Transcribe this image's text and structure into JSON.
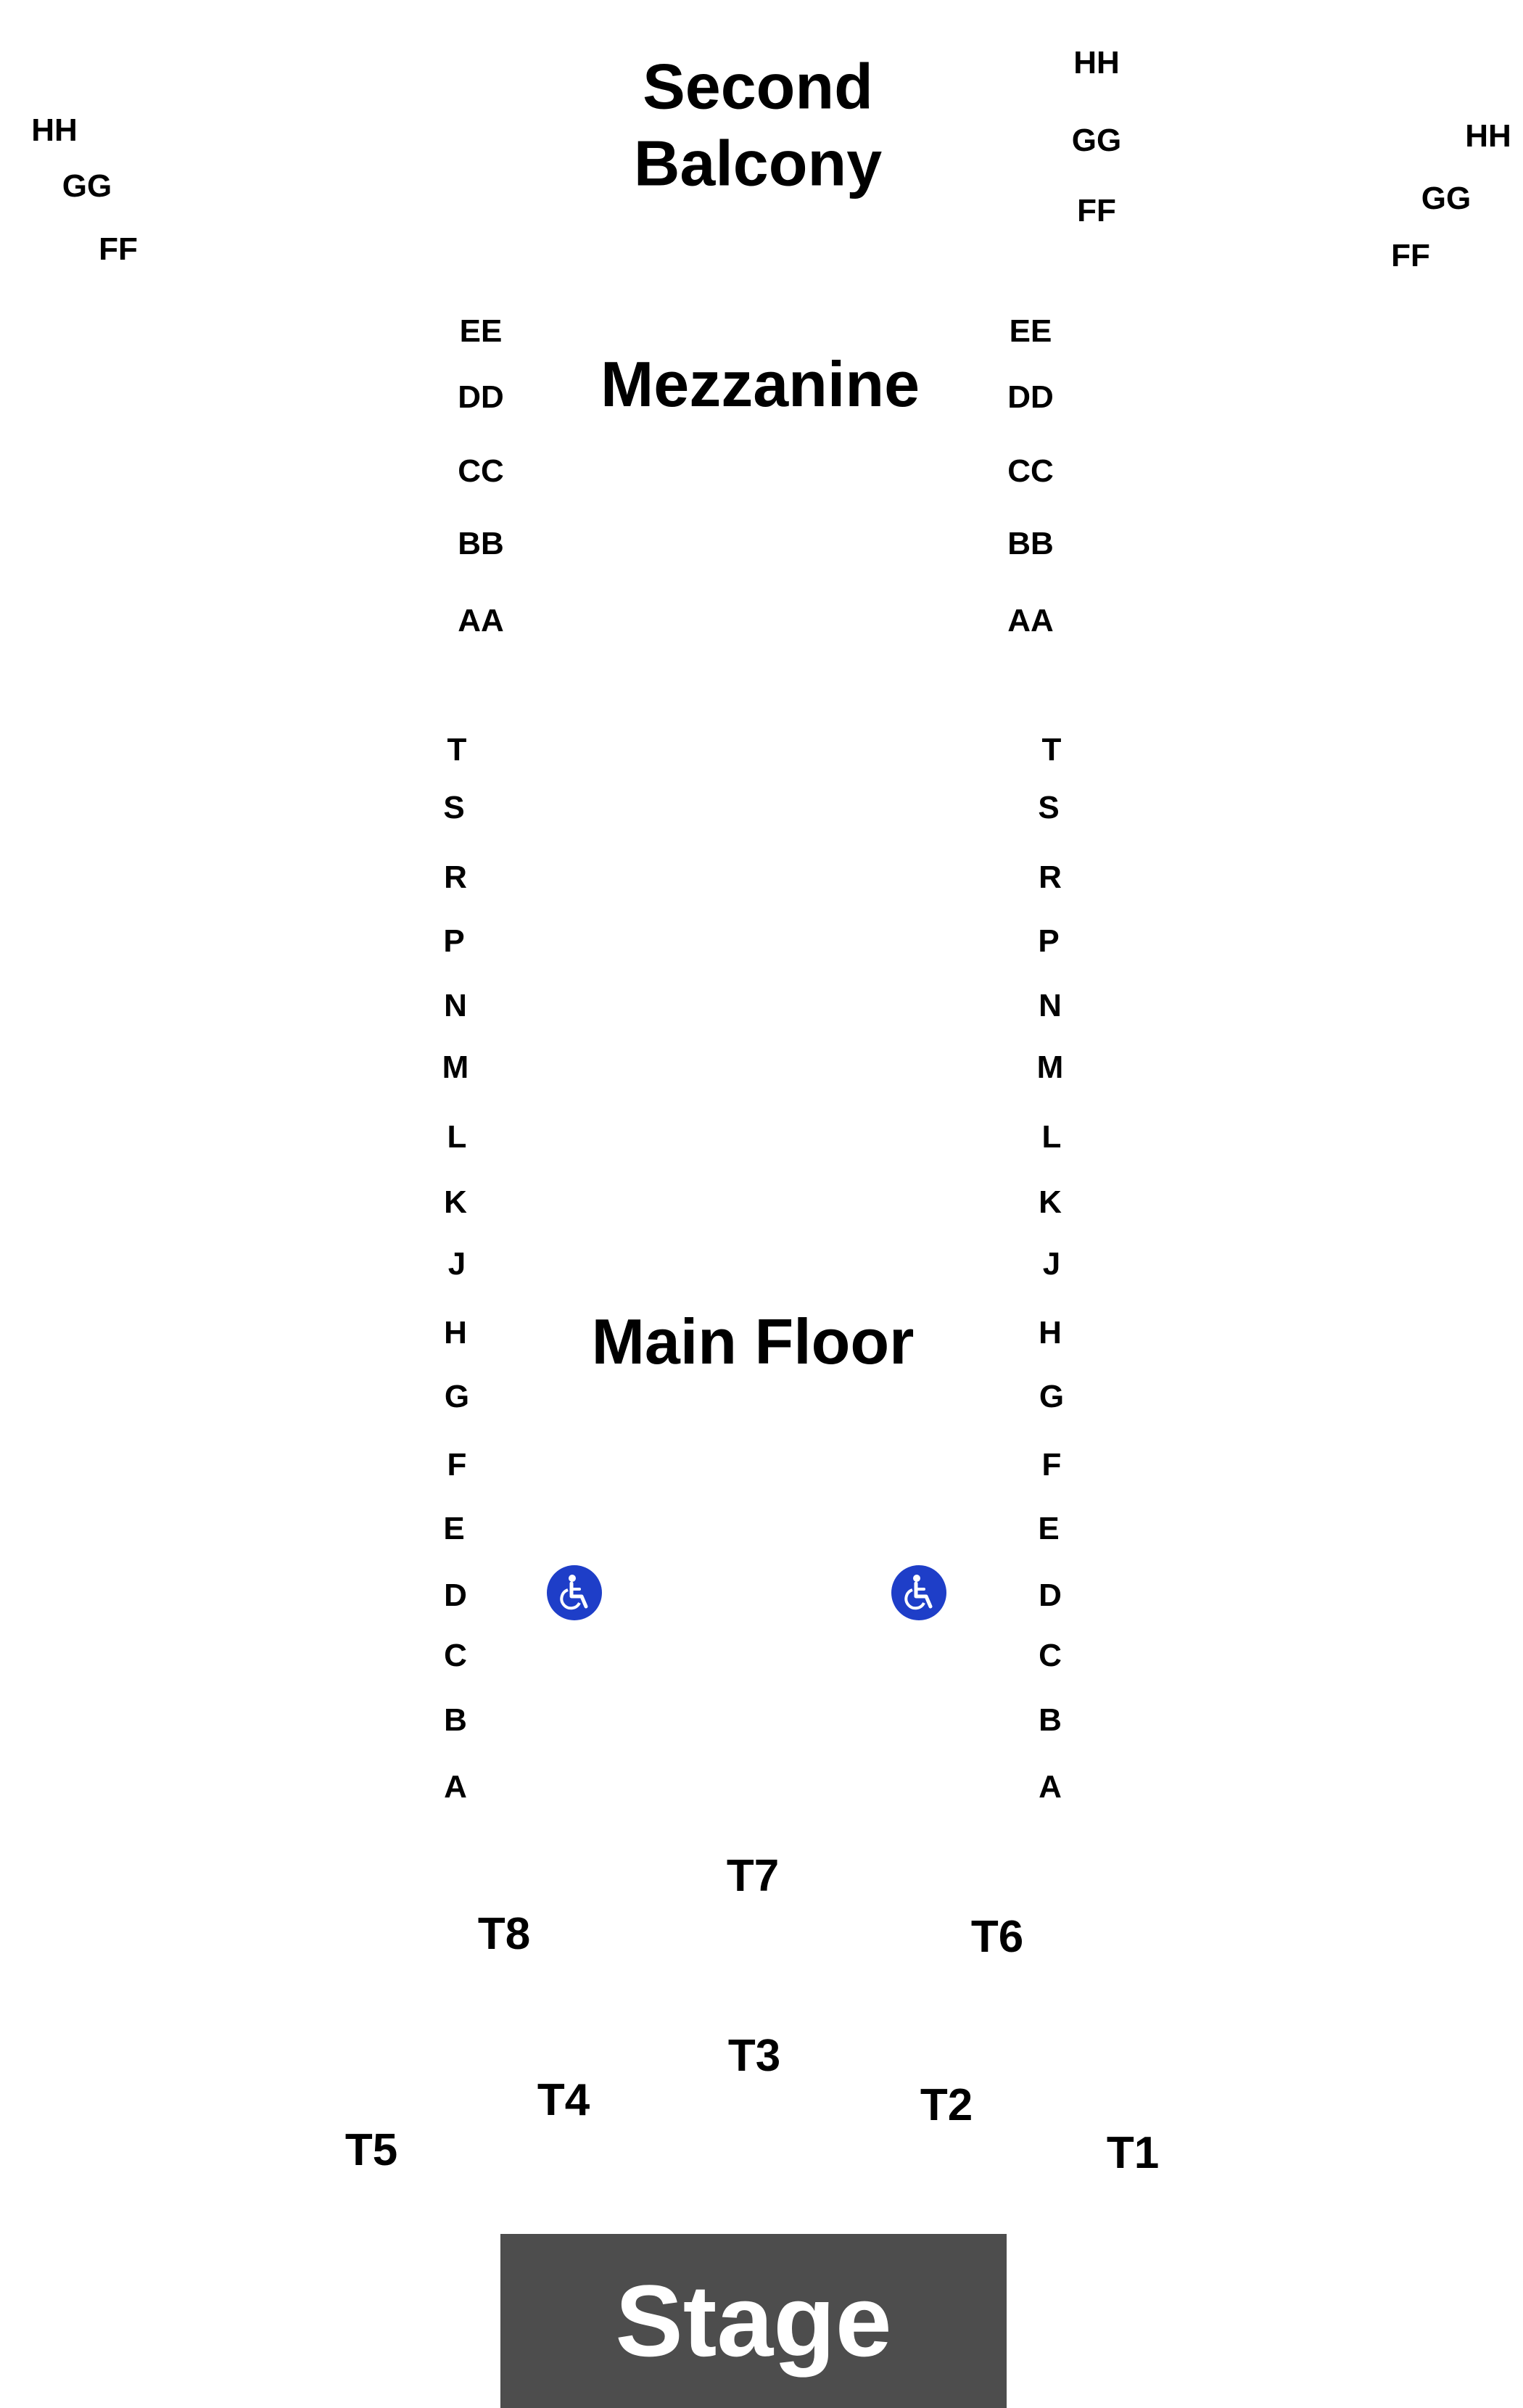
{
  "sections": {
    "second_balcony": "Second\nBalcony",
    "mezzanine": "Mezzanine",
    "main_floor": "Main Floor",
    "stage": "Stage"
  },
  "balcony_rows": [
    "HH",
    "GG",
    "FF"
  ],
  "mezzanine_rows": [
    "EE",
    "DD",
    "CC",
    "BB",
    "AA"
  ],
  "main_floor_rows": [
    "T",
    "S",
    "R",
    "P",
    "N",
    "M",
    "L",
    "K",
    "J",
    "H",
    "G",
    "F",
    "E",
    "D",
    "C",
    "B",
    "A"
  ],
  "tables": [
    "T1",
    "T2",
    "T3",
    "T4",
    "T5",
    "T6",
    "T7",
    "T8"
  ],
  "accessibility": {
    "icon": "wheelchair-icon",
    "count": 2
  },
  "colors": {
    "accessible": "#1e3ec8",
    "stage": "#4d4d4d",
    "text": "#000000"
  }
}
